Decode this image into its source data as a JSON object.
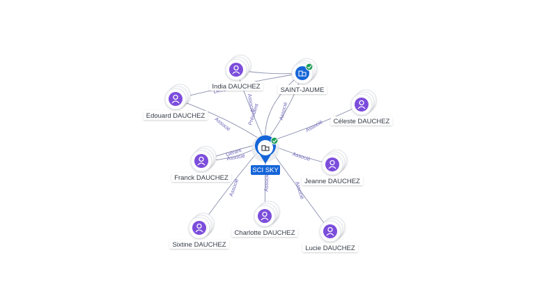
{
  "center": {
    "label": "SCI SKY",
    "icon": "building-icon",
    "status_icon": "check-badge-icon"
  },
  "colors": {
    "person": "#7c4ddb",
    "company": "#1565d8",
    "edge": "#8a8fae",
    "edge_label": "#6b64b8",
    "verified": "#1e9e57"
  },
  "nodes": [
    {
      "id": "india",
      "label": "India DAUCHEZ",
      "type": "person"
    },
    {
      "id": "saint_jaume",
      "label": "SAINT-JAUME",
      "type": "company"
    },
    {
      "id": "edouard",
      "label": "Edouard DAUCHEZ",
      "type": "person"
    },
    {
      "id": "celeste",
      "label": "Céleste DAUCHEZ",
      "type": "person"
    },
    {
      "id": "franck",
      "label": "Franck DAUCHEZ",
      "type": "person"
    },
    {
      "id": "jeanne",
      "label": "Jeanne DAUCHEZ",
      "type": "person"
    },
    {
      "id": "sixtine",
      "label": "Sixtine DAUCHEZ",
      "type": "person"
    },
    {
      "id": "charlotte",
      "label": "Charlotte DAUCHEZ",
      "type": "person"
    },
    {
      "id": "lucie",
      "label": "Lucie DAUCHEZ",
      "type": "person"
    }
  ],
  "edges": [
    {
      "from": "india",
      "to": "center",
      "label": "Associé"
    },
    {
      "from": "india",
      "to": "saint_jaume",
      "label": "Directeur"
    },
    {
      "from": "saint_jaume",
      "to": "center",
      "label": "Président"
    },
    {
      "from": "saint_jaume",
      "to": "center",
      "label": "Associé"
    },
    {
      "from": "edouard",
      "to": "center",
      "label": "Associé"
    },
    {
      "from": "edouard",
      "to": "saint_jaume",
      "label": ""
    },
    {
      "from": "celeste",
      "to": "center",
      "label": "Associé"
    },
    {
      "from": "franck",
      "to": "center",
      "label": "Gérant"
    },
    {
      "from": "franck",
      "to": "center",
      "label": "Associé"
    },
    {
      "from": "jeanne",
      "to": "center",
      "label": "Associé"
    },
    {
      "from": "sixtine",
      "to": "center",
      "label": "Associé"
    },
    {
      "from": "charlotte",
      "to": "center",
      "label": "Associé"
    },
    {
      "from": "lucie",
      "to": "center",
      "label": "Associé"
    }
  ]
}
